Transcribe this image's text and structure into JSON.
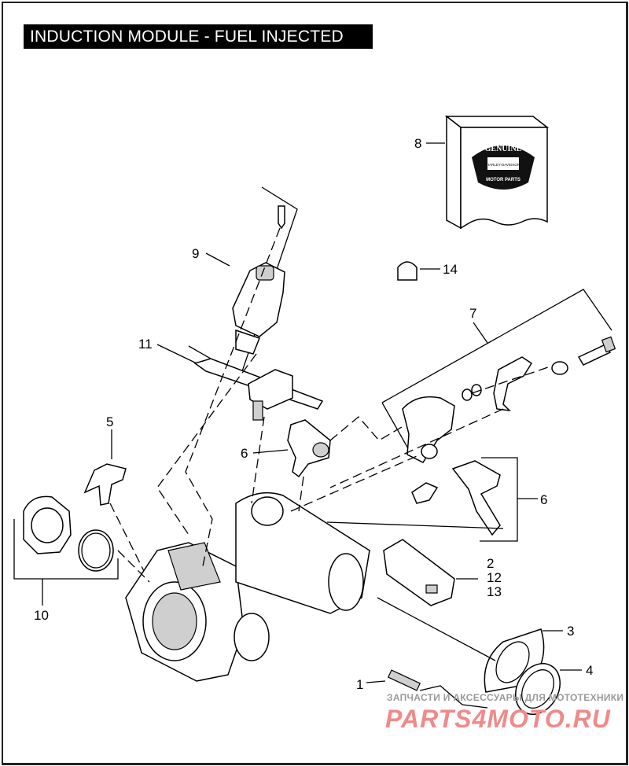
{
  "title": "INDUCTION MODULE - FUEL INJECTED",
  "callouts": {
    "c1": "1",
    "c2": "2",
    "c3": "3",
    "c4": "4",
    "c5": "5",
    "c6a": "6",
    "c6b": "6",
    "c7": "7",
    "c8": "8",
    "c9": "9",
    "c10": "10",
    "c11": "11",
    "c12": "12",
    "c13": "13",
    "c14": "14"
  },
  "logo": {
    "top": "GENUINE",
    "middle": "HARLEY-DAVIDSON",
    "bottom": "MOTOR PARTS"
  },
  "watermark": {
    "line1": "ЗАПЧАСТИ И АКСЕССУАРЫ ДЛЯ МОТОТЕХНИКИ",
    "line2": "PARTS4MOTO.RU"
  }
}
